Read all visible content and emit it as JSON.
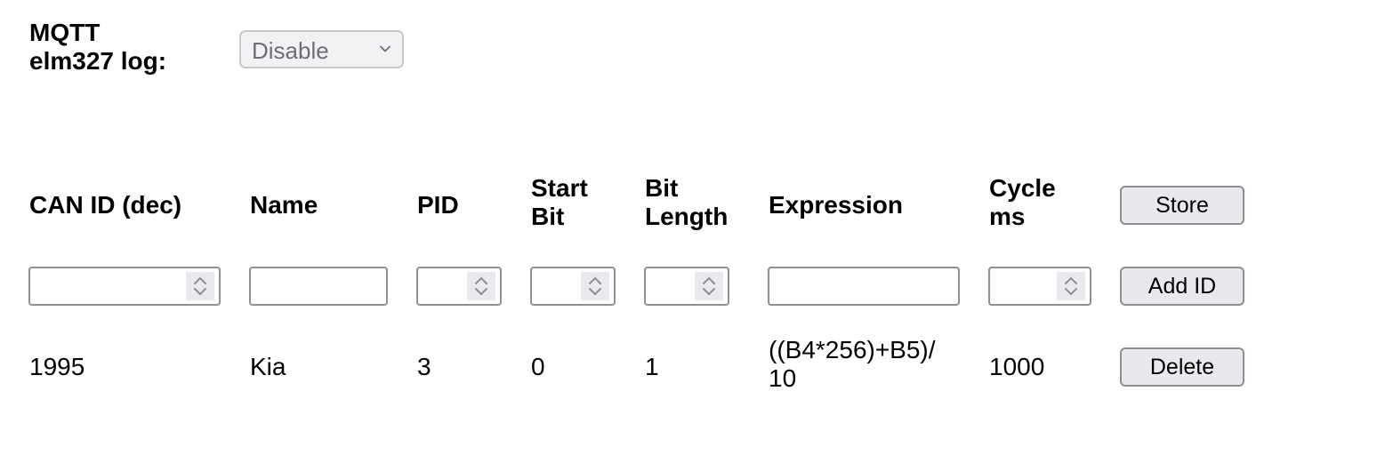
{
  "mqtt_log": {
    "label_line1": "MQTT",
    "label_line2": "elm327 log:",
    "select_value": "Disable",
    "chevron_icon": "chevron-down-icon"
  },
  "table": {
    "headers": [
      {
        "line1": "CAN ID (dec)",
        "line2": ""
      },
      {
        "line1": "Name",
        "line2": ""
      },
      {
        "line1": "PID",
        "line2": ""
      },
      {
        "line1": "Start",
        "line2": "Bit"
      },
      {
        "line1": "Bit",
        "line2": "Length"
      },
      {
        "line1": "Expression",
        "line2": ""
      },
      {
        "line1": "Cycle",
        "line2": "ms"
      }
    ],
    "store_button": "Store",
    "add_button": "Add ID",
    "new_row": {
      "can_id": "",
      "name": "",
      "pid": "",
      "start_bit": "",
      "bit_length": "",
      "expression": "",
      "cycle_ms": ""
    },
    "rows": [
      {
        "can_id": "1995",
        "name": "Kia",
        "pid": "3",
        "start_bit": "0",
        "bit_length": "1",
        "expression_line1": "((B4*256)+B5)/",
        "expression_line2": "10",
        "cycle_ms": "1000",
        "delete_button": "Delete"
      }
    ]
  },
  "colors": {
    "input_border": "#8e8e93",
    "button_bg": "#e9e9ed",
    "select_bg": "#f2f2f5",
    "select_text": "#6e6e73",
    "spinner_bg": "#e9e9ee"
  }
}
